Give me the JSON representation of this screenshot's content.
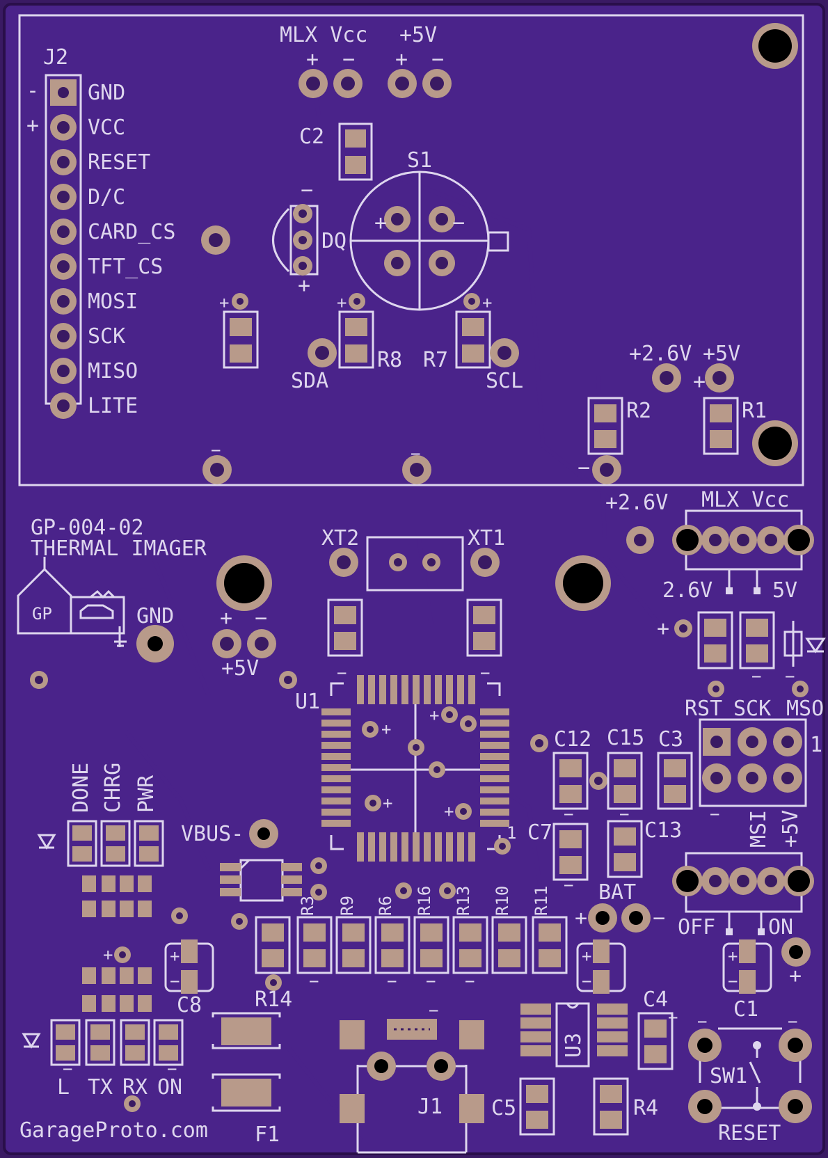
{
  "board": {
    "colors": {
      "background": "#4a238a",
      "silkscreen": "#ded6ee",
      "pad": "#b89a8a"
    },
    "header": {
      "name": "J2",
      "minus": "-",
      "plus": "+",
      "pins": [
        "GND",
        "VCC",
        "RESET",
        "D/C",
        "CARD_CS",
        "TFT_CS",
        "MOSI",
        "SCK",
        "MISO",
        "LITE"
      ]
    },
    "top": {
      "mlx_vcc": "MLX Vcc",
      "p5v": "+5V",
      "c2": "C2",
      "s1": "S1",
      "dq": "DQ",
      "sda": "SDA",
      "scl": "SCL",
      "r8": "R8",
      "r7": "R7",
      "p2_6v": "+2.6V",
      "p5v_2": "+5V",
      "r2": "R2",
      "r1": "R1"
    },
    "middle": {
      "p2_6v_jumper": "+2.6V",
      "mlx_vcc_jumper": "MLX Vcc",
      "v2_6": "2.6V",
      "v5": "5V",
      "part_no": "GP-004-02",
      "product": "THERMAL IMAGER",
      "logo": "GP",
      "gnd": "GND",
      "p5v_pair": "+5V",
      "xt2": "XT2",
      "xt1": "XT1",
      "u1": "U1",
      "u1_pin1": "1",
      "rst": "RST",
      "sck": "SCK",
      "mso": "MSO",
      "msi": "MSI",
      "p5v_isp": "+5V",
      "isp_pin1": "1",
      "c12": "C12",
      "c15": "C15",
      "c3": "C3",
      "c7": "C7",
      "c13": "C13"
    },
    "bottom": {
      "done": "DONE",
      "chrg": "CHRG",
      "pwr": "PWR",
      "vbus": "VBUS-",
      "r3": "R3",
      "r9": "R9",
      "r6": "R6",
      "r16": "R16",
      "r13": "R13",
      "r10": "R10",
      "r11": "R11",
      "bat": "BAT",
      "off": "OFF",
      "on": "ON",
      "c8": "C8",
      "r14": "R14",
      "c1": "C1",
      "c4": "C4",
      "u3": "U3",
      "sw1": "SW1",
      "reset": "RESET",
      "l": "L",
      "tx": "TX",
      "rx": "RX",
      "on_led": "ON",
      "j1": "J1",
      "c5": "C5",
      "r4": "R4",
      "f1": "F1",
      "website": "GarageProto.com"
    }
  }
}
